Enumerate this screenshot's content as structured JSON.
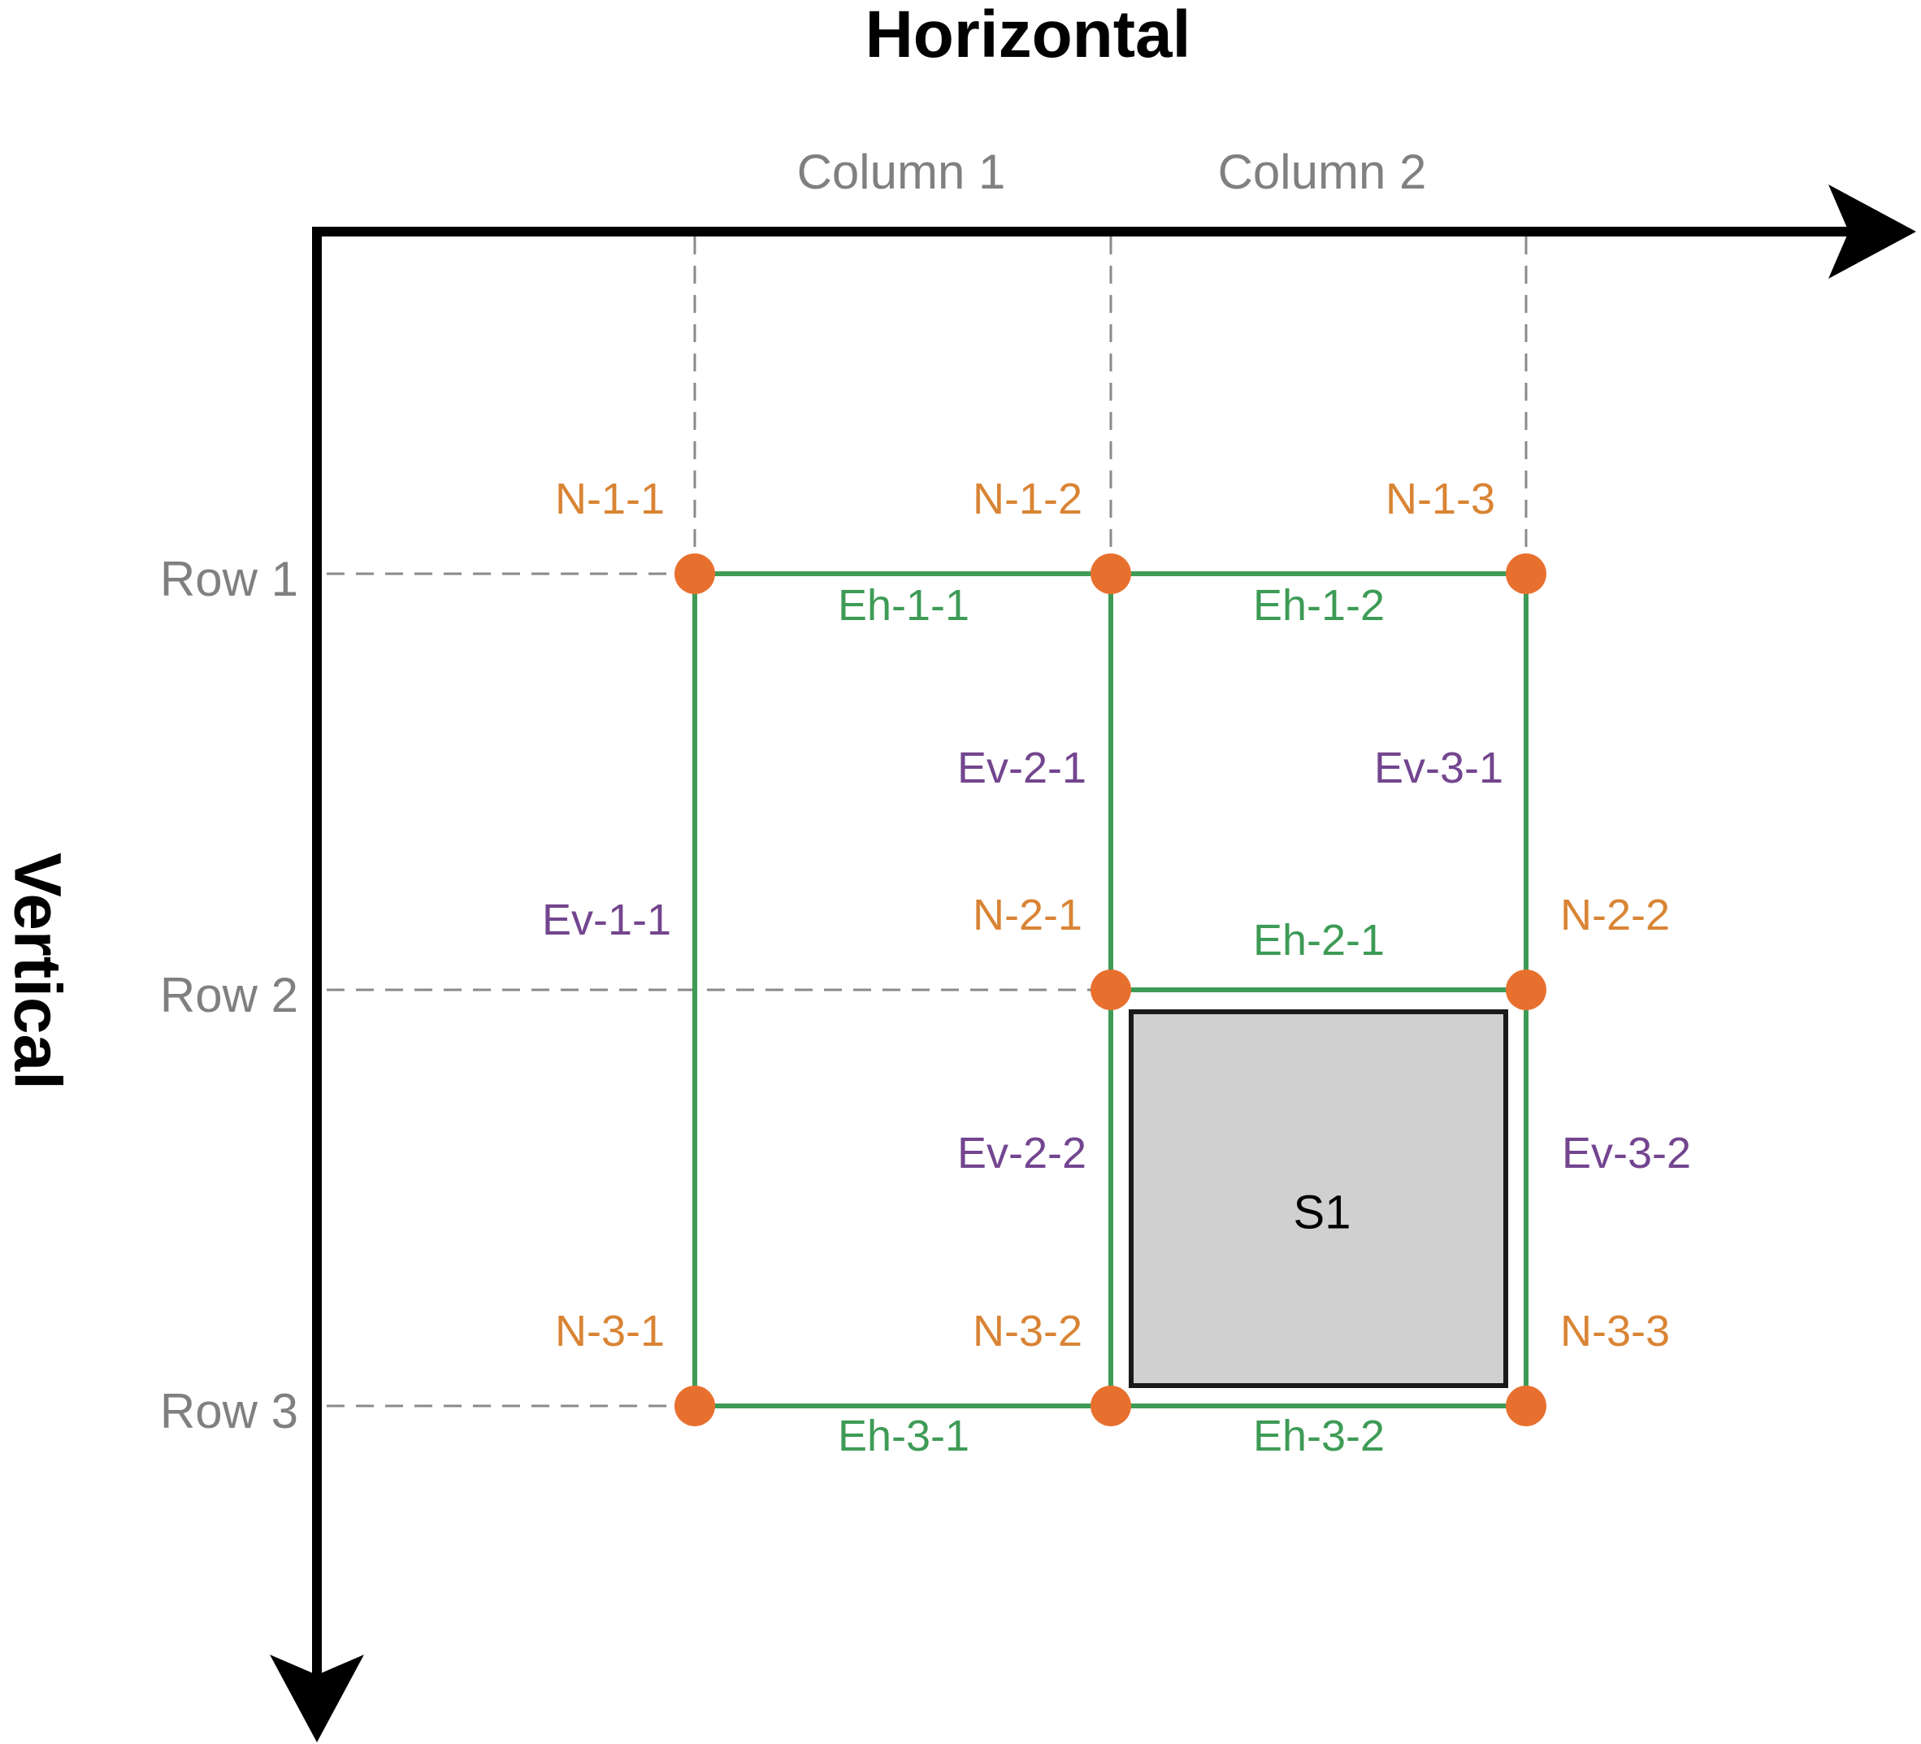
{
  "axes": {
    "horizontal_title": "Horizontal",
    "vertical_title": "Vertical"
  },
  "columns": [
    "Column 1",
    "Column 2"
  ],
  "rows": [
    "Row 1",
    "Row 2",
    "Row 3"
  ],
  "nodes": [
    {
      "id": "N-1-1",
      "row": 1,
      "col": 1
    },
    {
      "id": "N-1-2",
      "row": 1,
      "col": 2
    },
    {
      "id": "N-1-3",
      "row": 1,
      "col": 3
    },
    {
      "id": "N-2-1",
      "row": 2,
      "col": 2
    },
    {
      "id": "N-2-2",
      "row": 2,
      "col": 3
    },
    {
      "id": "N-3-1",
      "row": 3,
      "col": 1
    },
    {
      "id": "N-3-2",
      "row": 3,
      "col": 2
    },
    {
      "id": "N-3-3",
      "row": 3,
      "col": 3
    }
  ],
  "edges": [
    {
      "id": "Eh-1-1",
      "from": "N-1-1",
      "to": "N-1-2",
      "kind": "horizontal"
    },
    {
      "id": "Eh-1-2",
      "from": "N-1-2",
      "to": "N-1-3",
      "kind": "horizontal"
    },
    {
      "id": "Eh-2-1",
      "from": "N-2-1",
      "to": "N-2-2",
      "kind": "horizontal"
    },
    {
      "id": "Eh-3-1",
      "from": "N-3-1",
      "to": "N-3-2",
      "kind": "horizontal"
    },
    {
      "id": "Eh-3-2",
      "from": "N-3-2",
      "to": "N-3-3",
      "kind": "horizontal"
    },
    {
      "id": "Ev-1-1",
      "from": "N-1-1",
      "to": "N-3-1",
      "kind": "vertical"
    },
    {
      "id": "Ev-2-1",
      "from": "N-1-2",
      "to": "N-2-1",
      "kind": "vertical"
    },
    {
      "id": "Ev-2-2",
      "from": "N-2-1",
      "to": "N-3-2",
      "kind": "vertical"
    },
    {
      "id": "Ev-3-1",
      "from": "N-1-3",
      "to": "N-2-2",
      "kind": "vertical"
    },
    {
      "id": "Ev-3-2",
      "from": "N-2-2",
      "to": "N-3-3",
      "kind": "vertical"
    }
  ],
  "space": {
    "label": "S1",
    "row_span": [
      2,
      3
    ],
    "col_span": [
      2,
      3
    ]
  },
  "colors": {
    "axis": "#000000",
    "grid": "#8a8a8a",
    "grid_label": "#808080",
    "node": "#e8702f",
    "node_label": "#d98434",
    "edge": "#3e9b56",
    "horizontal_edge_label": "#3e9b56",
    "vertical_edge_label": "#73458f",
    "space_fill": "#d0d0d0",
    "space_stroke": "#1a1a1a",
    "space_label": "#000000"
  }
}
